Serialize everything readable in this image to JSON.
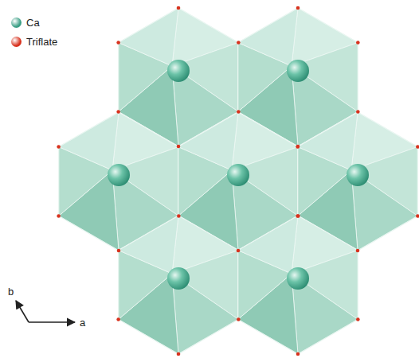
{
  "diagram": {
    "labels": [
      "b",
      "a"
    ],
    "legend": [
      {
        "text": "Ca",
        "color": "#3c9f86"
      },
      {
        "text": "Triflate",
        "color": "#d8321e"
      }
    ]
  }
}
